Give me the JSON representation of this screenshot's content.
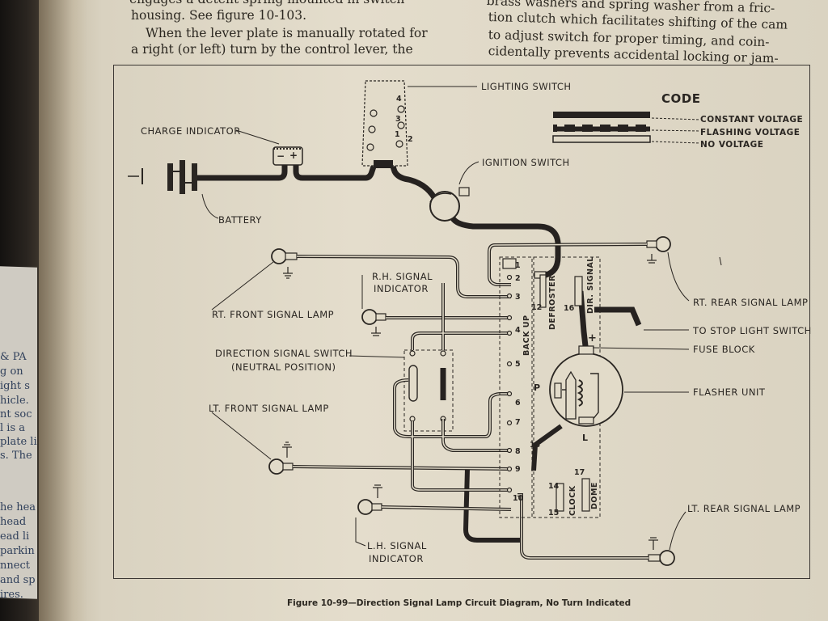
{
  "left_page_fragments": [
    "& PA",
    "g on",
    "ight s",
    "hicle.",
    "nt soc",
    "l is a",
    "plate li",
    "s. The",
    "he hea",
    "head",
    "ead li",
    "parkin",
    "nnect",
    "and sp",
    "ires."
  ],
  "text_left": [
    "engages a detent spring mounted in switch",
    "housing. See figure 10-103.",
    "When the lever plate is manually rotated for",
    "a right (or left) turn by the control lever, the"
  ],
  "text_right": [
    "brass washers and spring washer from a fric-",
    "tion clutch which facilitates shifting of the cam",
    "to adjust switch for proper timing, and coin-",
    "cidentally prevents accidental locking or jam-"
  ],
  "code": {
    "title": "CODE",
    "constant": "CONSTANT VOLTAGE",
    "flashing": "FLASHING VOLTAGE",
    "none": "NO VOLTAGE"
  },
  "labels": {
    "lighting_switch": "LIGHTING SWITCH",
    "charge_indicator": "CHARGE INDICATOR",
    "ignition_switch": "IGNITION SWITCH",
    "battery": "BATTERY",
    "rt_rear_lamp": "RT. REAR SIGNAL LAMP",
    "rt_front_lamp": "RT. FRONT SIGNAL LAMP",
    "rh_indicator_1": "R.H. SIGNAL",
    "rh_indicator_2": "INDICATOR",
    "stop_light": "TO STOP LIGHT SWITCH",
    "fuse_block": "FUSE BLOCK",
    "dir_switch_1": "DIRECTION SIGNAL SWITCH",
    "dir_switch_2": "(NEUTRAL POSITION)",
    "flasher": "FLASHER UNIT",
    "lt_front_lamp": "LT. FRONT SIGNAL LAMP",
    "lt_rear_lamp": "LT. REAR SIGNAL LAMP",
    "lh_indicator_1": "L.H. SIGNAL",
    "lh_indicator_2": "INDICATOR",
    "back_up": "BACK UP",
    "defroster": "DEFROSTER",
    "dir_signal": "DIR. SIGNAL",
    "clock": "CLOCK",
    "dome": "DOME",
    "p": "P",
    "l": "L",
    "plus": "+",
    "minus": "−",
    "ls_1": "1",
    "ls_2": "2",
    "ls_3": "3",
    "ls_4": "4"
  },
  "terminals": [
    "1",
    "2",
    "3",
    "4",
    "5",
    "6",
    "7",
    "8",
    "9",
    "10"
  ],
  "fuse_numbers": {
    "n12": "12",
    "n16": "16",
    "n13": "13",
    "n14": "14",
    "n15": "15",
    "n17": "17"
  },
  "caption": "Figure 10-99—Direction Signal Lamp Circuit Diagram, No Turn Indicated",
  "colors": {
    "ink": "#2a2622",
    "paper": "#e2dbc9",
    "wire_constant": "#262220"
  }
}
